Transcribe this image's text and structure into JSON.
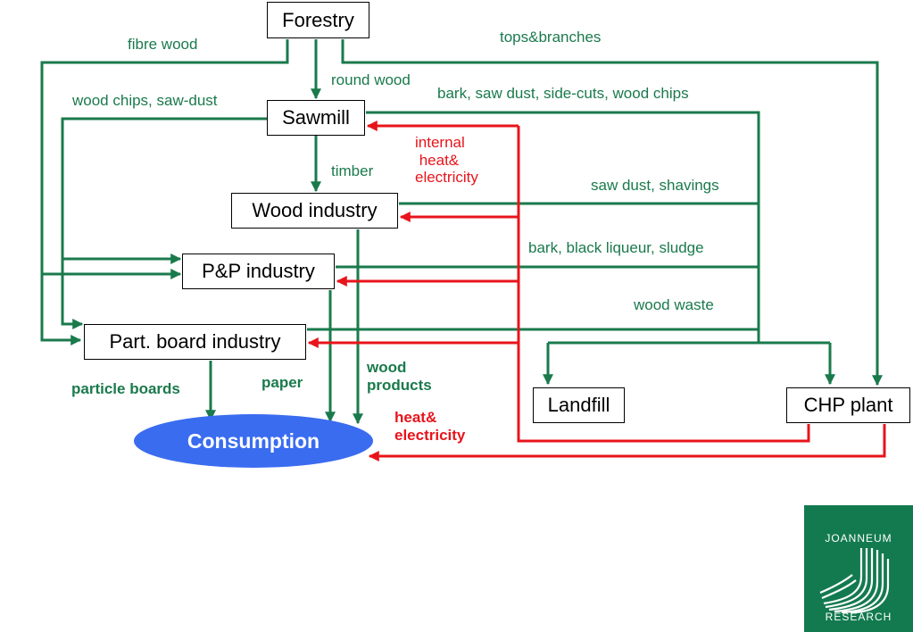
{
  "nodes": {
    "forestry": "Forestry",
    "sawmill": "Sawmill",
    "wood_industry": "Wood industry",
    "pp_industry": "P&P industry",
    "particle_board_industry": "Part. board industry",
    "landfill": "Landfill",
    "chp_plant": "CHP plant",
    "consumption": "Consumption"
  },
  "flows": {
    "fibre_wood": "fibre wood",
    "tops_branches": "tops&branches",
    "round_wood": "round wood",
    "wood_chips_saw_dust": "wood chips, saw-dust",
    "bark_saw_dust_side_cuts": "bark, saw dust, side-cuts, wood chips",
    "internal_heat_electricity": "internal\n heat&\nelectricity",
    "timber": "timber",
    "saw_dust_shavings": "saw dust, shavings",
    "bark_black_liqueur": "bark, black liqueur, sludge",
    "wood_waste": "wood waste",
    "wood_products": "wood\nproducts",
    "paper": "paper",
    "particle_boards": "particle boards",
    "heat_electricity": "heat&\nelectricity"
  },
  "logo": {
    "line1": "JOANNEUM",
    "line2": "RESEARCH"
  },
  "colors": {
    "material_flow": "#1a7a4c",
    "energy_flow": "#e8141b",
    "consumption_fill": "#3a6cf0",
    "logo_bg": "#137a4f"
  }
}
